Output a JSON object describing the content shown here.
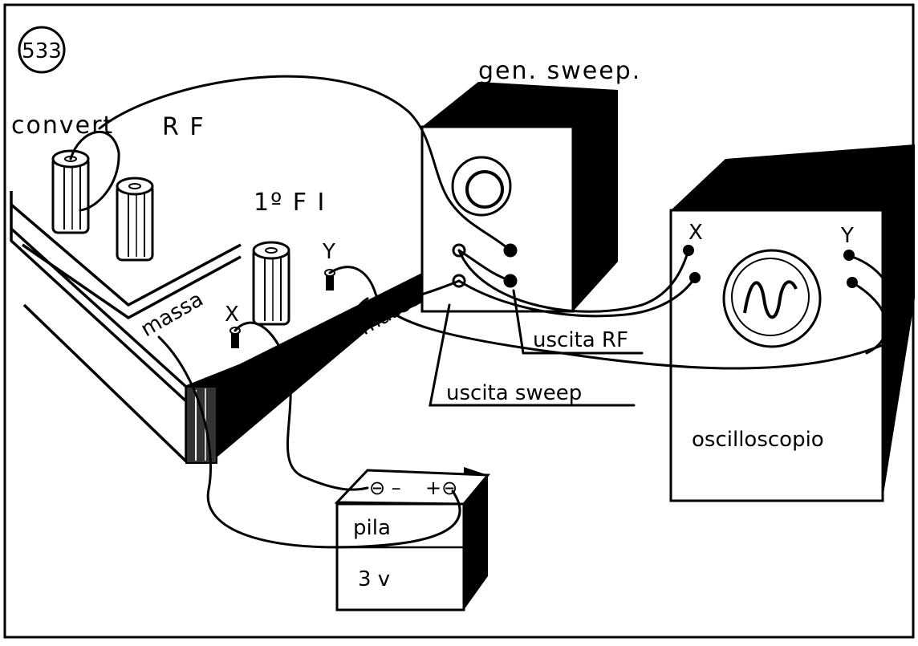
{
  "figure": {
    "number": "533",
    "labels": {
      "convert": "convert",
      "rf": "R F",
      "fi": "1º F I",
      "gen_sweep": "gen. sweep.",
      "massa_left": "massa",
      "massa_right": "massa",
      "x_chassis": "X",
      "y_chassis": "Y",
      "x_scope": "X",
      "y_scope": "Y",
      "uscita_rf": "uscita RF",
      "uscita_sweep": "uscita sweep",
      "oscilloscopio": "oscilloscopio",
      "pila": "pila",
      "voltage": "3 v",
      "neg_terminal": "⊖ –",
      "pos_terminal": "+⊖"
    }
  }
}
